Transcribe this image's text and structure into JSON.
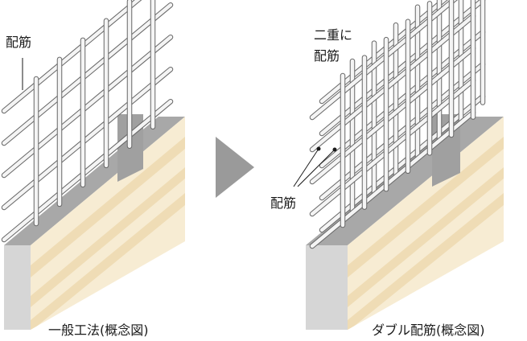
{
  "left_panel": {
    "rebar_label": "配筋",
    "caption": "一般工法(概念図)"
  },
  "right_panel": {
    "double_label_line1": "二重に",
    "double_label_line2": "配筋",
    "rebar_label": "配筋",
    "caption": "ダブル配筋(概念図)"
  },
  "colors": {
    "wall_front": "#f7ecd3",
    "wall_stripe": "#efdcb5",
    "wall_top": "#a8a8a8",
    "wall_side": "#d6d6d6",
    "wall_cutout": "#a0a0a0",
    "rebar": "#f4f4f4",
    "rebar_outline": "#666666",
    "arrow": "#9a9a9a"
  }
}
